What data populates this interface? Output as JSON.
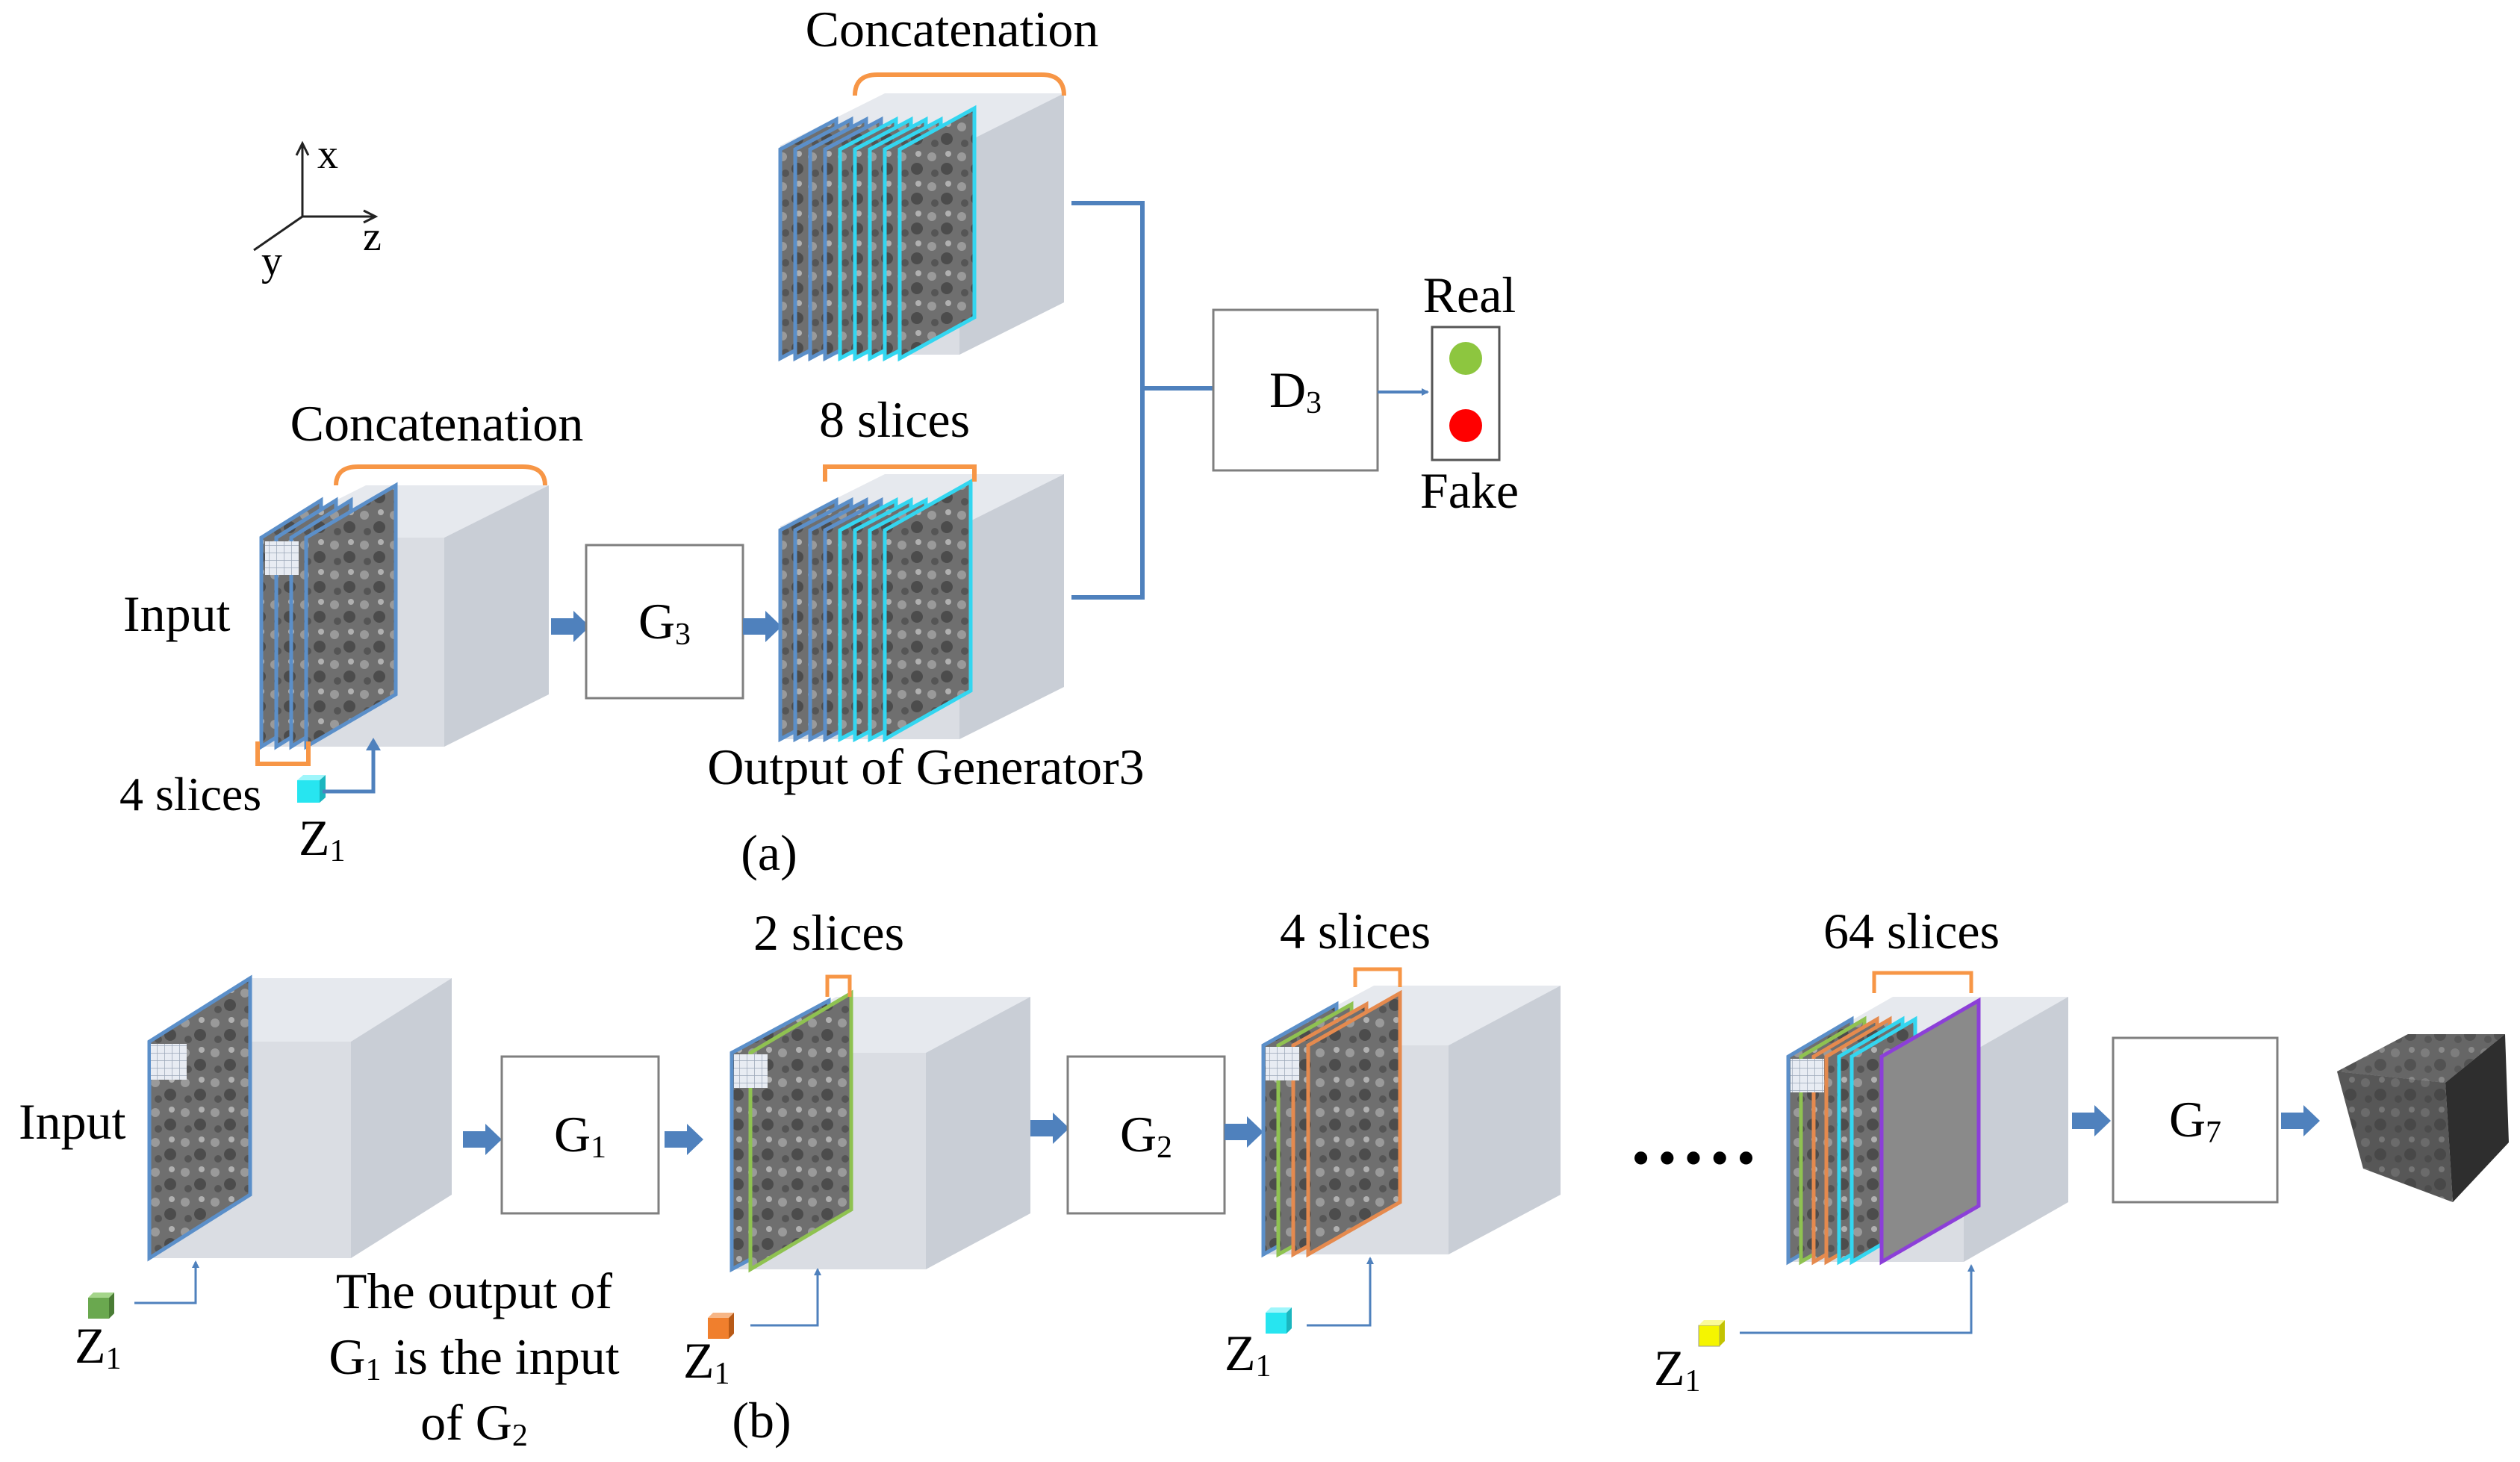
{
  "axes": {
    "x": "x",
    "y": "y",
    "z": "z"
  },
  "panel_a": {
    "caption": "(a)",
    "concat_top": "Concatenation",
    "concat_left": "Concatenation",
    "input_label": "Input",
    "input_slices": "4 slices",
    "noise": {
      "letter": "Z",
      "sub": "1"
    },
    "generator": {
      "letter": "G",
      "sub": "3"
    },
    "output_slices": "8 slices",
    "output_label": "Output of Generator3",
    "discriminator": {
      "letter": "D",
      "sub": "3"
    },
    "real": "Real",
    "fake": "Fake"
  },
  "panel_b": {
    "caption": "(b)",
    "input_label": "Input",
    "noise": {
      "letter": "Z",
      "sub": "1"
    },
    "g1": {
      "letter": "G",
      "sub": "1"
    },
    "g2": {
      "letter": "G",
      "sub": "2"
    },
    "g7": {
      "letter": "G",
      "sub": "7"
    },
    "slices_2": "2 slices",
    "slices_4": "4 slices",
    "slices_64": "64 slices",
    "note_line1": "The output of",
    "note_line2_letter": "G",
    "note_line2_sub": "1",
    "note_line2_rest": " is the input",
    "note_line3_pre": "of G",
    "note_line3_sub": "2",
    "ellipsis": "•••••"
  },
  "colors": {
    "arrow": "#4f81bd",
    "bracket": "#f79646",
    "box_border": "#7f7f7f",
    "cube_face": "#d9dde3",
    "slice_blue": "#5b8fc9",
    "slice_cyan": "#33d6f0",
    "slice_green": "#8fc251",
    "slice_orange": "#e58a4e",
    "slice_purple": "#8c3fd8",
    "real_dot": "#8dc63f",
    "fake_dot": "#ff0000",
    "noise_cyan": "#27e5f0",
    "noise_green": "#6aa84f",
    "noise_orange": "#f07f2d",
    "noise_yellow": "#f5f500"
  }
}
